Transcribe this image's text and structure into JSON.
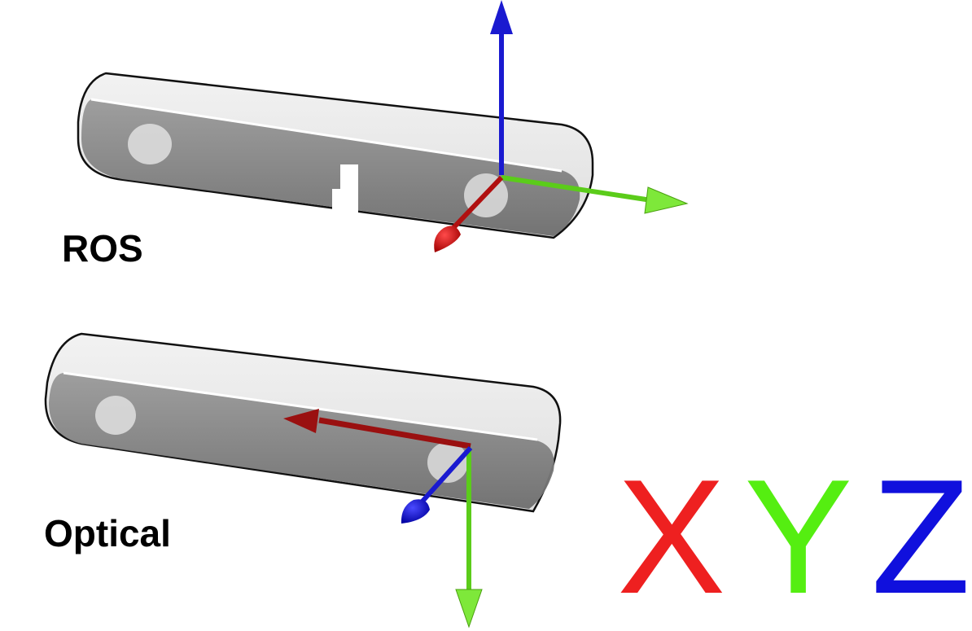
{
  "diagram": {
    "frames": [
      {
        "id": "ros",
        "label": "ROS",
        "axes": {
          "x": "forward (toward viewer, down-left)",
          "y": "left (right in view)",
          "z": "up"
        }
      },
      {
        "id": "optical",
        "label": "Optical",
        "axes": {
          "x": "left in view",
          "y": "down",
          "z": "forward (toward viewer)"
        }
      }
    ],
    "legend": {
      "x": {
        "letter": "X",
        "color": "#ee2020"
      },
      "y": {
        "letter": "Y",
        "color": "#55ee11"
      },
      "z": {
        "letter": "Z",
        "color": "#1010dd"
      }
    },
    "colors": {
      "x_axis": "#c01010",
      "y_axis": "#66dd22",
      "z_axis": "#1a1ad0",
      "body_top": "#e8e8e8",
      "body_front": "#8a8a8a",
      "outline": "#111111"
    }
  }
}
